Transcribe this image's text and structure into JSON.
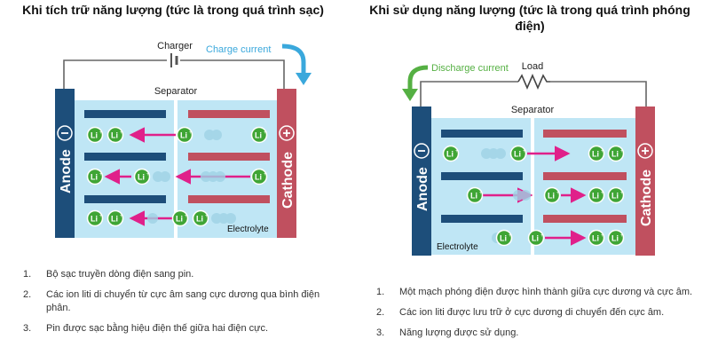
{
  "left": {
    "title": "Khi tích trữ năng lượng (tức là trong quá trình sạc)",
    "source_label": "Charger",
    "current_label": "Charge current",
    "separator_label": "Separator",
    "anode_label": "Anode",
    "cathode_label": "Cathode",
    "electrolyte_label": "Electrolyte",
    "ion_label": "Li",
    "steps": [
      {
        "num": "1.",
        "text": "Bộ sạc truyền dòng điện sang pin."
      },
      {
        "num": "2.",
        "text": "Các ion liti di chuyển từ cực âm sang cực dương qua bình điện phân."
      },
      {
        "num": "3.",
        "text": "Pin được sạc bằng hiệu điện thế giữa hai điện cực."
      }
    ]
  },
  "right": {
    "title_line1": "Khi sử dụng năng lượng (tức là trong quá trình phóng",
    "title_line2": "điện)",
    "source_label": "Load",
    "current_label": "Discharge current",
    "separator_label": "Separator",
    "anode_label": "Anode",
    "cathode_label": "Cathode",
    "electrolyte_label": "Electrolyte",
    "ion_label": "Li",
    "steps": [
      {
        "num": "1.",
        "text": "Một mạch phóng điện được hình thành giữa cực dương và cực âm."
      },
      {
        "num": "2.",
        "text": "Các ion liti được lưu trữ ở cực dương di chuyển đến cực âm."
      },
      {
        "num": "3.",
        "text": "Năng lượng được sử dụng."
      }
    ]
  },
  "colors": {
    "anode": "#1d4e7a",
    "cathode": "#c0505f",
    "electrolyte": "#bfe6f5",
    "ion": "#3fa535",
    "arrow": "#e0208a",
    "current": "#3aa8dc",
    "discharge": "#55b043"
  }
}
